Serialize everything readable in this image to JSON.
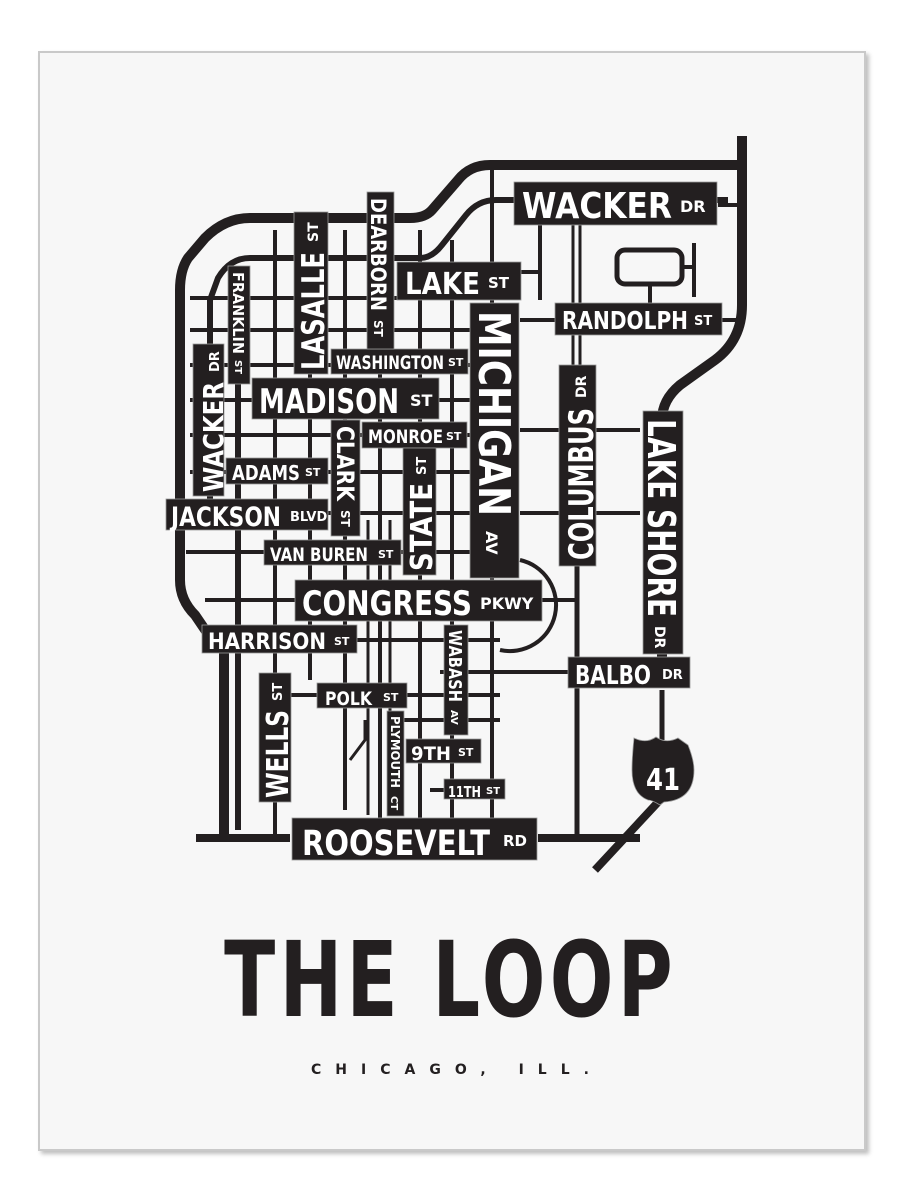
{
  "poster": {
    "title": "THE LOOP",
    "subtitle": "CHICAGO, ILL.",
    "colors": {
      "ink": "#231f20",
      "paper": "#f7f7f7",
      "frame": "#c9c9c9"
    }
  },
  "streets": {
    "wacker_north": {
      "name": "WACKER",
      "suffix": "DR"
    },
    "lake": {
      "name": "LAKE",
      "suffix": "ST"
    },
    "randolph": {
      "name": "RANDOLPH",
      "suffix": "ST"
    },
    "washington": {
      "name": "WASHINGTON",
      "suffix": "ST"
    },
    "madison": {
      "name": "MADISON",
      "suffix": "ST"
    },
    "monroe": {
      "name": "MONROE",
      "suffix": "ST"
    },
    "adams": {
      "name": "ADAMS",
      "suffix": "ST"
    },
    "jackson": {
      "name": "JACKSON",
      "suffix": "BLVD"
    },
    "van_buren": {
      "name": "VAN BUREN",
      "suffix": "ST"
    },
    "congress": {
      "name": "CONGRESS",
      "suffix": "PKWY"
    },
    "harrison": {
      "name": "HARRISON",
      "suffix": "ST"
    },
    "polk": {
      "name": "POLK",
      "suffix": "ST"
    },
    "ninth": {
      "name": "9TH",
      "suffix": "ST"
    },
    "eleventh": {
      "name": "11TH",
      "suffix": "ST"
    },
    "roosevelt": {
      "name": "ROOSEVELT",
      "suffix": "RD"
    },
    "balbo": {
      "name": "BALBO",
      "suffix": "DR"
    },
    "wacker_west": {
      "name": "WACKER",
      "suffix": "DR"
    },
    "franklin": {
      "name": "FRANKLIN",
      "suffix": "ST"
    },
    "lasalle": {
      "name": "LASALLE",
      "suffix": "ST"
    },
    "dearborn": {
      "name": "DEARBORN",
      "suffix": "ST"
    },
    "clark": {
      "name": "CLARK",
      "suffix": "ST"
    },
    "state": {
      "name": "STATE",
      "suffix": "ST"
    },
    "michigan": {
      "name": "MICHIGAN",
      "suffix": "AV"
    },
    "wabash": {
      "name": "WABASH",
      "suffix": "AV"
    },
    "columbus": {
      "name": "COLUMBUS",
      "suffix": "DR"
    },
    "lake_shore": {
      "name": "LAKE SHORE",
      "suffix": "DR"
    },
    "wells": {
      "name": "WELLS",
      "suffix": "ST"
    },
    "plymouth": {
      "name": "PLYMOUTH",
      "suffix": "CT"
    }
  },
  "shields": {
    "us_highway": {
      "number": "41"
    }
  }
}
